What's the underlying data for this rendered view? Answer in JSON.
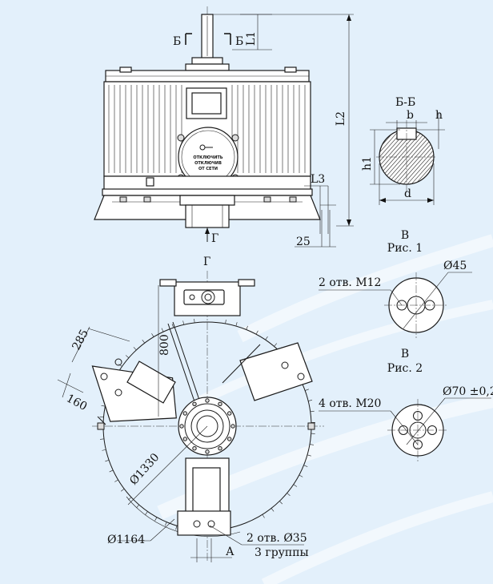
{
  "labels": {
    "section_mark": "Б",
    "l1": "L1",
    "l2": "L2",
    "l3": "L3",
    "dim_25": "25",
    "view_mark": "Г",
    "section_title": "Б-Б",
    "b": "b",
    "h": "h",
    "h1": "h1",
    "d": "d",
    "view_b1": "В",
    "fig1": "Рис. 1",
    "view_b2": "В",
    "fig2": "Рис. 2",
    "holes_m12": "2 отв. М12",
    "dia_45": "Ø45",
    "holes_m20": "4 отв. М20",
    "dia_70": "Ø70 ±0,2",
    "dim_285": "285",
    "dim_800": "800",
    "dim_160": "160",
    "dia_1330": "Ø1330",
    "dia_1164": "Ø1164",
    "holes_35": "2 отв. Ø35",
    "groups": "3 группы",
    "dim_a": "А"
  },
  "warning_plate": [
    "ОТКЛЮЧИТЬ",
    "ОТКЛЮЧИВ",
    "ОТ СЕТИ"
  ],
  "colors": {
    "background": "#e3f0fb",
    "line": "#1a1a1a"
  }
}
